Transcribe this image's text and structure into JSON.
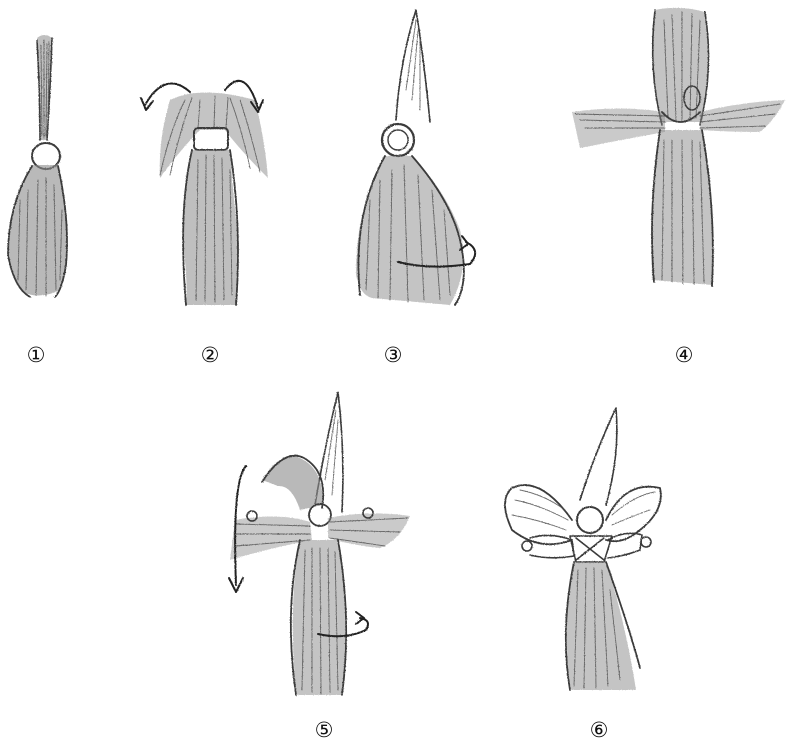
{
  "steps": [
    {
      "label": "①"
    },
    {
      "label": "②"
    },
    {
      "label": "③"
    },
    {
      "label": "④"
    },
    {
      "label": "⑤"
    },
    {
      "label": "⑥"
    }
  ],
  "colors": {
    "pencil": "#3a3a3a",
    "paper": "#ffffff"
  }
}
